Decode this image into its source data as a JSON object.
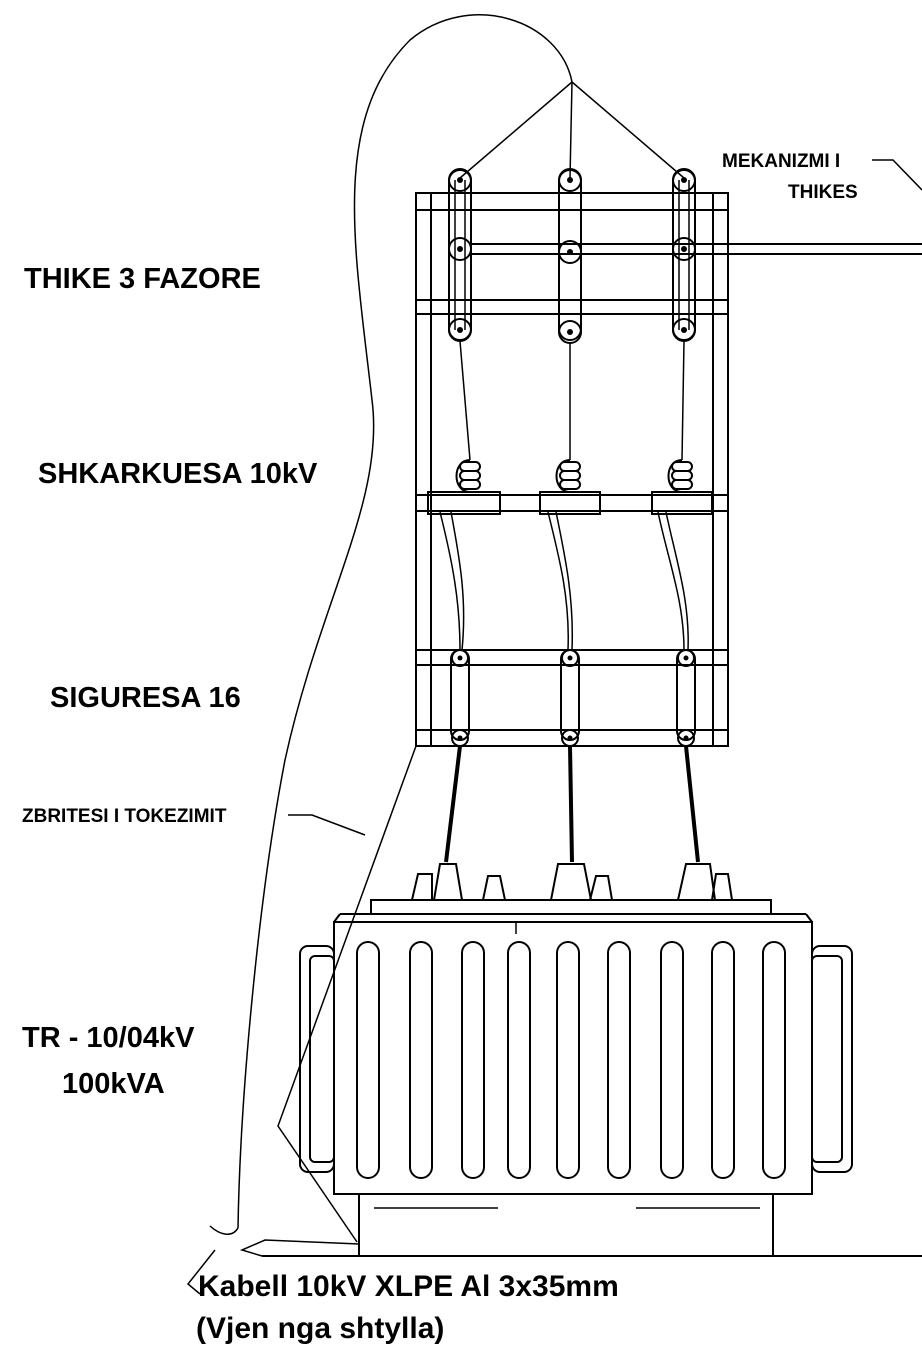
{
  "labels": {
    "switch": "THIKE 3 FAZORE",
    "arrester": "SHKARKUESA 10kV",
    "fuse": "SIGURESA 16",
    "transformer_line1": "TR - 10/04kV",
    "transformer_line2": "100kVA",
    "mechanism_line1": "MEKANIZMI I",
    "mechanism_line2": "THIKES",
    "grounding": "ZBRITESI I TOKEZIMIT",
    "cable_line1": "Kabell 10kV XLPE Al 3x35mm",
    "cable_line2": "(Vjen nga shtylla)"
  }
}
